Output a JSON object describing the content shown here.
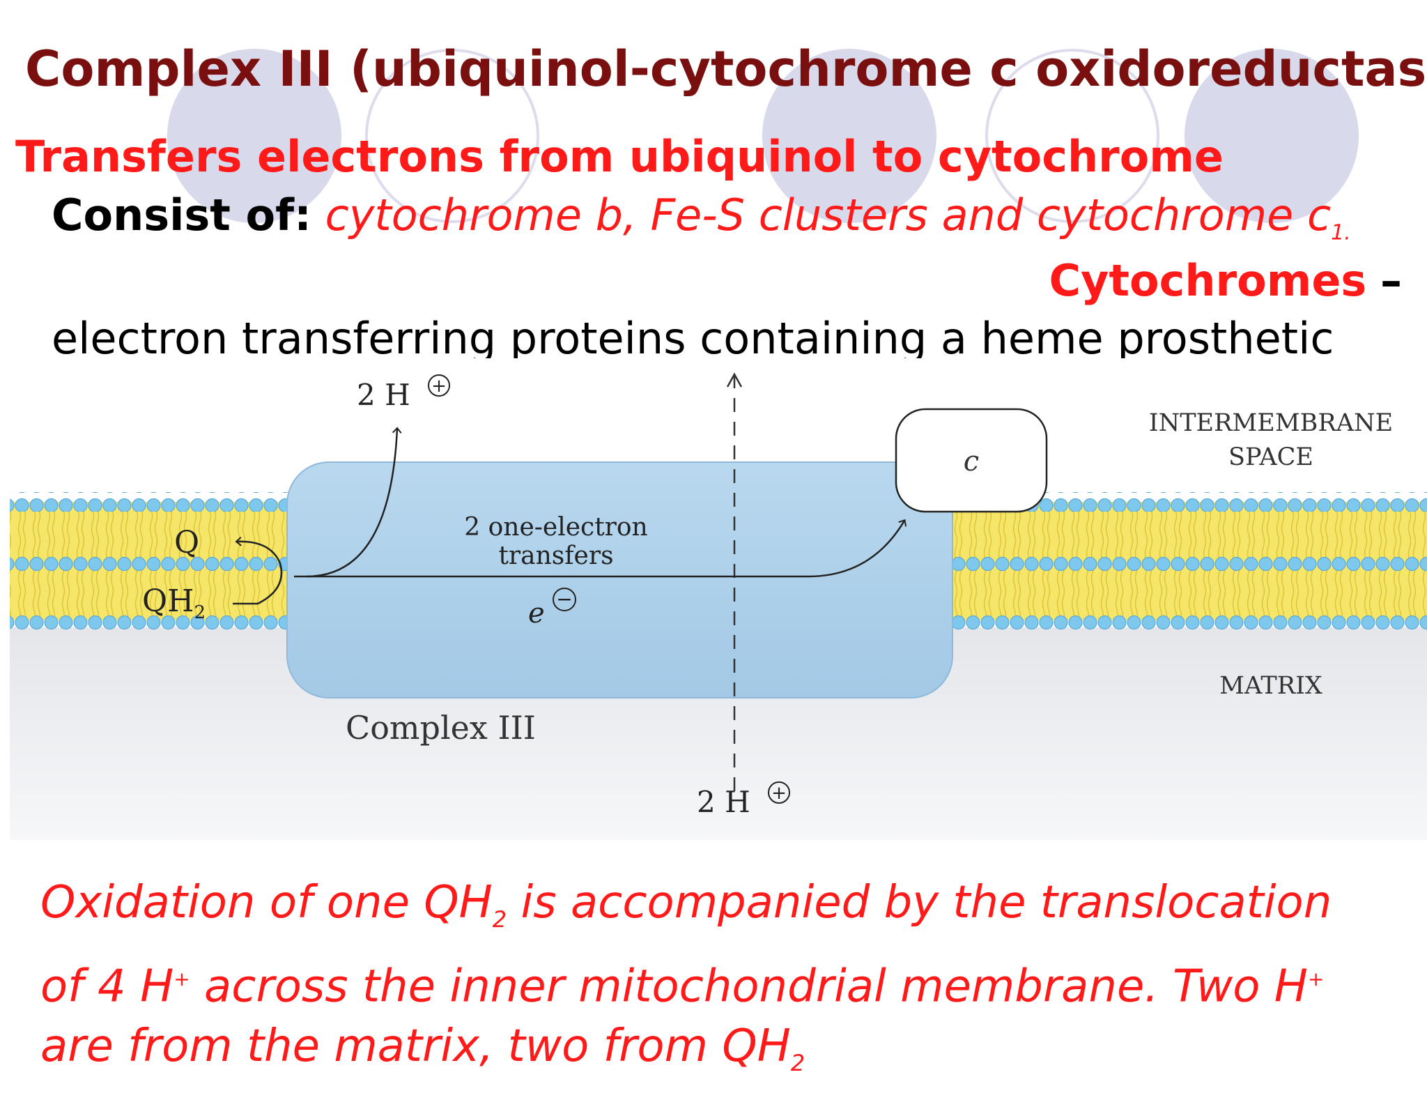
{
  "slide": {
    "title": "Complex III (ubiquinol-cytochrome c oxidoreductase)",
    "transfers_line": "Transfers electrons from ubiquinol to cytochrome",
    "consist_label": "Consist of:",
    "consist_value": "cytochrome b, Fe-S clusters and cytochrome c",
    "consist_sub": "1.",
    "cyto_keyword": "Cytochromes",
    "cyto_dash": "–",
    "electron_line": "electron transferring proteins containing a heme prosthetic"
  },
  "diagram": {
    "proton_top_label": "2 H",
    "proton_bottom_label": "2 H",
    "plus_symbol": "+",
    "minus_symbol": "−",
    "q_label": "Q",
    "qh_label": "QH",
    "qh_sub": "2",
    "transfer_line1": "2 one-electron",
    "transfer_line2": "transfers",
    "electron_symbol": "e",
    "cytochrome_c_label": "c",
    "intermembrane_line1": "INTERMEMBRANE",
    "intermembrane_line2": "SPACE",
    "matrix_label": "MATRIX",
    "complex_label": "Complex III",
    "colors": {
      "membrane_yellow": "#f5e66a",
      "head_blue": "#7ec8ee",
      "complex_blue": "#a9cfe9",
      "matrix_gray": "#e4e6ea"
    }
  },
  "bottom": {
    "l1_a": "Oxidation of one QH",
    "l1_sub": "2",
    "l1_b": " is accompanied by the translocation",
    "l2_a": "of  4 H",
    "l2_sup": "+",
    "l2_b": " across the inner mitochondrial membrane. Two H",
    "l2_sup2": "+",
    "l3_a": "are from the matrix, two from QH",
    "l3_sub": "2"
  }
}
